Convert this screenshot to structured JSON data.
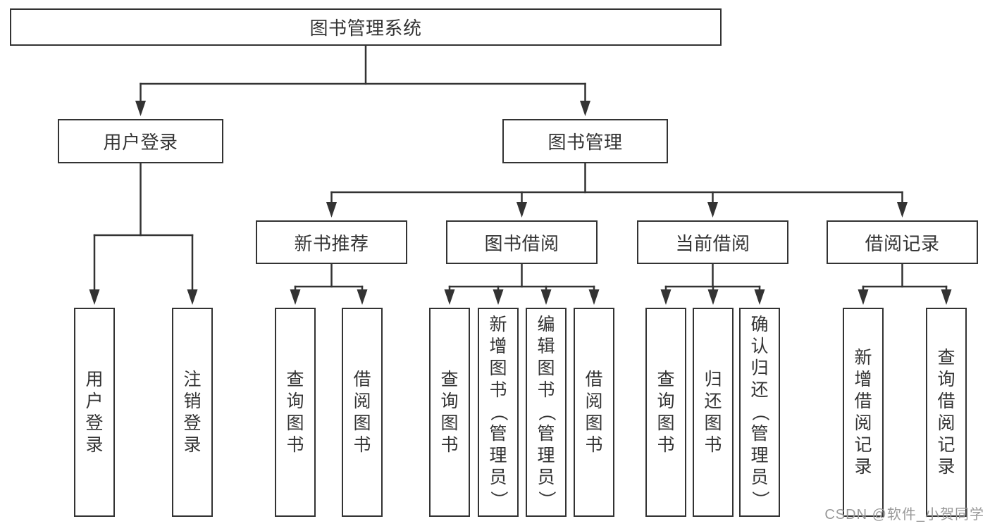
{
  "diagram": {
    "title": "图书管理系统",
    "colors": {
      "line": "#333333",
      "box_border": "#333333",
      "box_background": "#ffffff",
      "text": "#333333"
    },
    "nodes": [
      {
        "id": "root",
        "label": "图书管理系统",
        "level": 1,
        "orientation": "horizontal"
      },
      {
        "id": "user-login",
        "label": "用户登录",
        "level": 2,
        "orientation": "horizontal"
      },
      {
        "id": "book-mgmt",
        "label": "图书管理",
        "level": 2,
        "orientation": "horizontal"
      },
      {
        "id": "new-book-rec",
        "label": "新书推荐",
        "level": 3,
        "orientation": "horizontal"
      },
      {
        "id": "book-borrow",
        "label": "图书借阅",
        "level": 3,
        "orientation": "horizontal"
      },
      {
        "id": "current-borrow",
        "label": "当前借阅",
        "level": 3,
        "orientation": "horizontal"
      },
      {
        "id": "borrow-records",
        "label": "借阅记录",
        "level": 3,
        "orientation": "horizontal"
      },
      {
        "id": "leaf-user-login",
        "label": "用户登录",
        "level": 4,
        "orientation": "vertical"
      },
      {
        "id": "leaf-logout",
        "label": "注销登录",
        "level": 4,
        "orientation": "vertical"
      },
      {
        "id": "rec-query",
        "label": "查询图书",
        "level": 4,
        "orientation": "vertical"
      },
      {
        "id": "rec-borrow",
        "label": "借阅图书",
        "level": 4,
        "orientation": "vertical"
      },
      {
        "id": "bb-query",
        "label": "查询图书",
        "level": 4,
        "orientation": "vertical"
      },
      {
        "id": "bb-add",
        "label": "新增图书（管理员）",
        "level": 4,
        "orientation": "vertical"
      },
      {
        "id": "bb-edit",
        "label": "编辑图书（管理员）",
        "level": 4,
        "orientation": "vertical"
      },
      {
        "id": "bb-borrow",
        "label": "借阅图书",
        "level": 4,
        "orientation": "vertical"
      },
      {
        "id": "cb-query",
        "label": "查询图书",
        "level": 4,
        "orientation": "vertical"
      },
      {
        "id": "cb-return",
        "label": "归还图书",
        "level": 4,
        "orientation": "vertical"
      },
      {
        "id": "cb-confirm",
        "label": "确认归还（管理员）",
        "level": 4,
        "orientation": "vertical"
      },
      {
        "id": "br-add",
        "label": "新增借阅记录",
        "level": 4,
        "orientation": "vertical"
      },
      {
        "id": "br-query",
        "label": "查询借阅记录",
        "level": 4,
        "orientation": "vertical"
      }
    ],
    "edges": [
      {
        "from": "root",
        "to": [
          "user-login",
          "book-mgmt"
        ]
      },
      {
        "from": "user-login",
        "to": [
          "leaf-user-login",
          "leaf-logout"
        ]
      },
      {
        "from": "book-mgmt",
        "to": [
          "new-book-rec",
          "book-borrow",
          "current-borrow",
          "borrow-records"
        ]
      },
      {
        "from": "new-book-rec",
        "to": [
          "rec-query",
          "rec-borrow"
        ]
      },
      {
        "from": "book-borrow",
        "to": [
          "bb-query",
          "bb-add",
          "bb-edit",
          "bb-borrow"
        ]
      },
      {
        "from": "current-borrow",
        "to": [
          "cb-query",
          "cb-return",
          "cb-confirm"
        ]
      },
      {
        "from": "borrow-records",
        "to": [
          "br-add",
          "br-query"
        ]
      }
    ]
  },
  "watermark": {
    "text": "CSDN @软件_小贺同学",
    "color": "#999999"
  }
}
